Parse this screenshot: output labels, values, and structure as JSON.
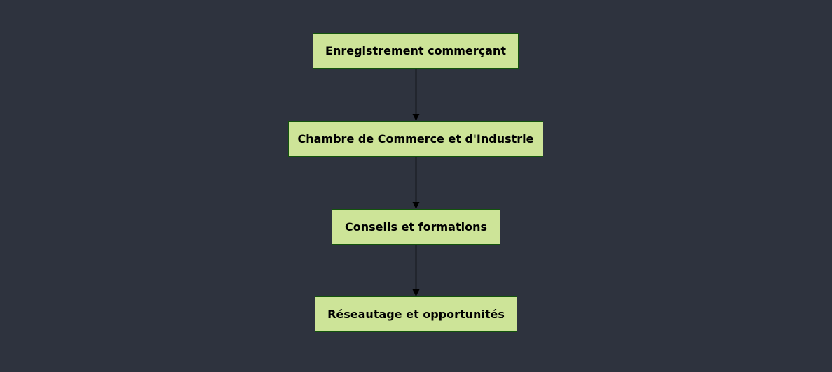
{
  "flowchart": {
    "colors": {
      "background": "#2e333e",
      "node_fill": "#cde498",
      "node_border": "#13540c",
      "text": "#000000",
      "edge": "#000000"
    },
    "nodes": [
      {
        "id": "n1",
        "label": "Enregistrement commerçant"
      },
      {
        "id": "n2",
        "label": "Chambre de Commerce et d'Industrie"
      },
      {
        "id": "n3",
        "label": "Conseils et formations"
      },
      {
        "id": "n4",
        "label": "Réseautage et opportunités"
      }
    ],
    "edges": [
      {
        "from": "n1",
        "to": "n2"
      },
      {
        "from": "n2",
        "to": "n3"
      },
      {
        "from": "n3",
        "to": "n4"
      }
    ]
  }
}
